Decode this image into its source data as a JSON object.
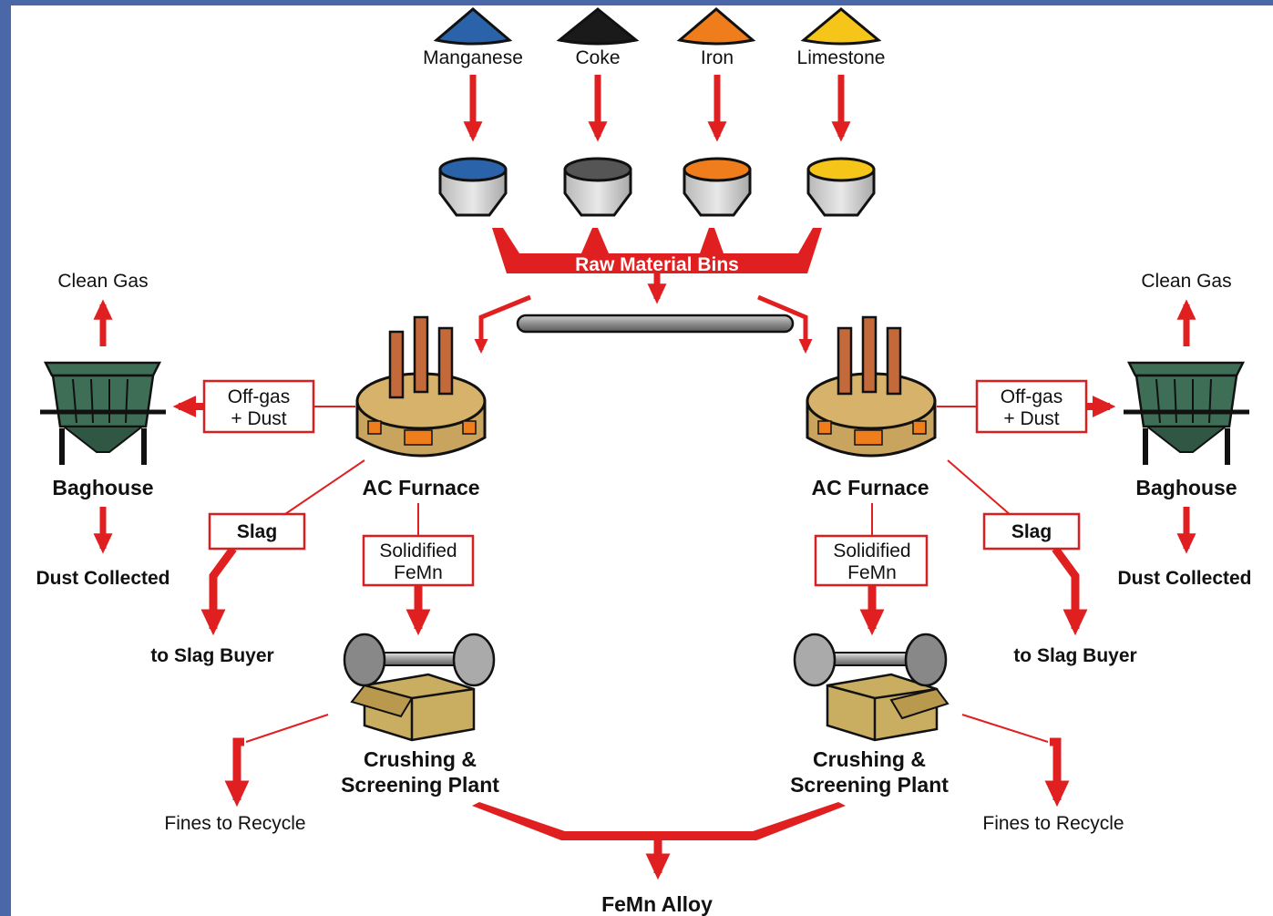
{
  "materials": {
    "manganese": {
      "label": "Manganese",
      "color": "#2a63a9"
    },
    "coke": {
      "label": "Coke",
      "color": "#1a1a1a"
    },
    "iron": {
      "label": "Iron",
      "color": "#f07d1b"
    },
    "limestone": {
      "label": "Limestone",
      "color": "#f6c51a"
    }
  },
  "bins_label": "Raw Material Bins",
  "left": {
    "clean_gas": "Clean Gas",
    "offgas_line1": "Off-gas",
    "offgas_line2": "+ Dust",
    "baghouse": "Baghouse",
    "furnace": "AC Furnace",
    "slag": "Slag",
    "dust_collected": "Dust Collected",
    "solidified_line1": "Solidified",
    "solidified_line2": "FeMn",
    "slag_buyer": "to Slag Buyer",
    "crushing_line1": "Crushing &",
    "crushing_line2": "Screening Plant",
    "fines": "Fines to Recycle"
  },
  "right": {
    "clean_gas": "Clean Gas",
    "offgas_line1": "Off-gas",
    "offgas_line2": "+ Dust",
    "baghouse": "Baghouse",
    "furnace": "AC Furnace",
    "slag": "Slag",
    "dust_collected": "Dust Collected",
    "solidified_line1": "Solidified",
    "solidified_line2": "FeMn",
    "slag_buyer": "to Slag Buyer",
    "crushing_line1": "Crushing &",
    "crushing_line2": "Screening Plant",
    "fines": "Fines to Recycle"
  },
  "product": "FeMn Alloy",
  "colors": {
    "arrow": "#e02020",
    "box_border": "#d81e1e",
    "frame": "#4a67a8",
    "furnace": "#d7b26a",
    "electrode": "#c46a3a",
    "baghouse": "#3e6e55",
    "crate": "#c9ae62"
  }
}
